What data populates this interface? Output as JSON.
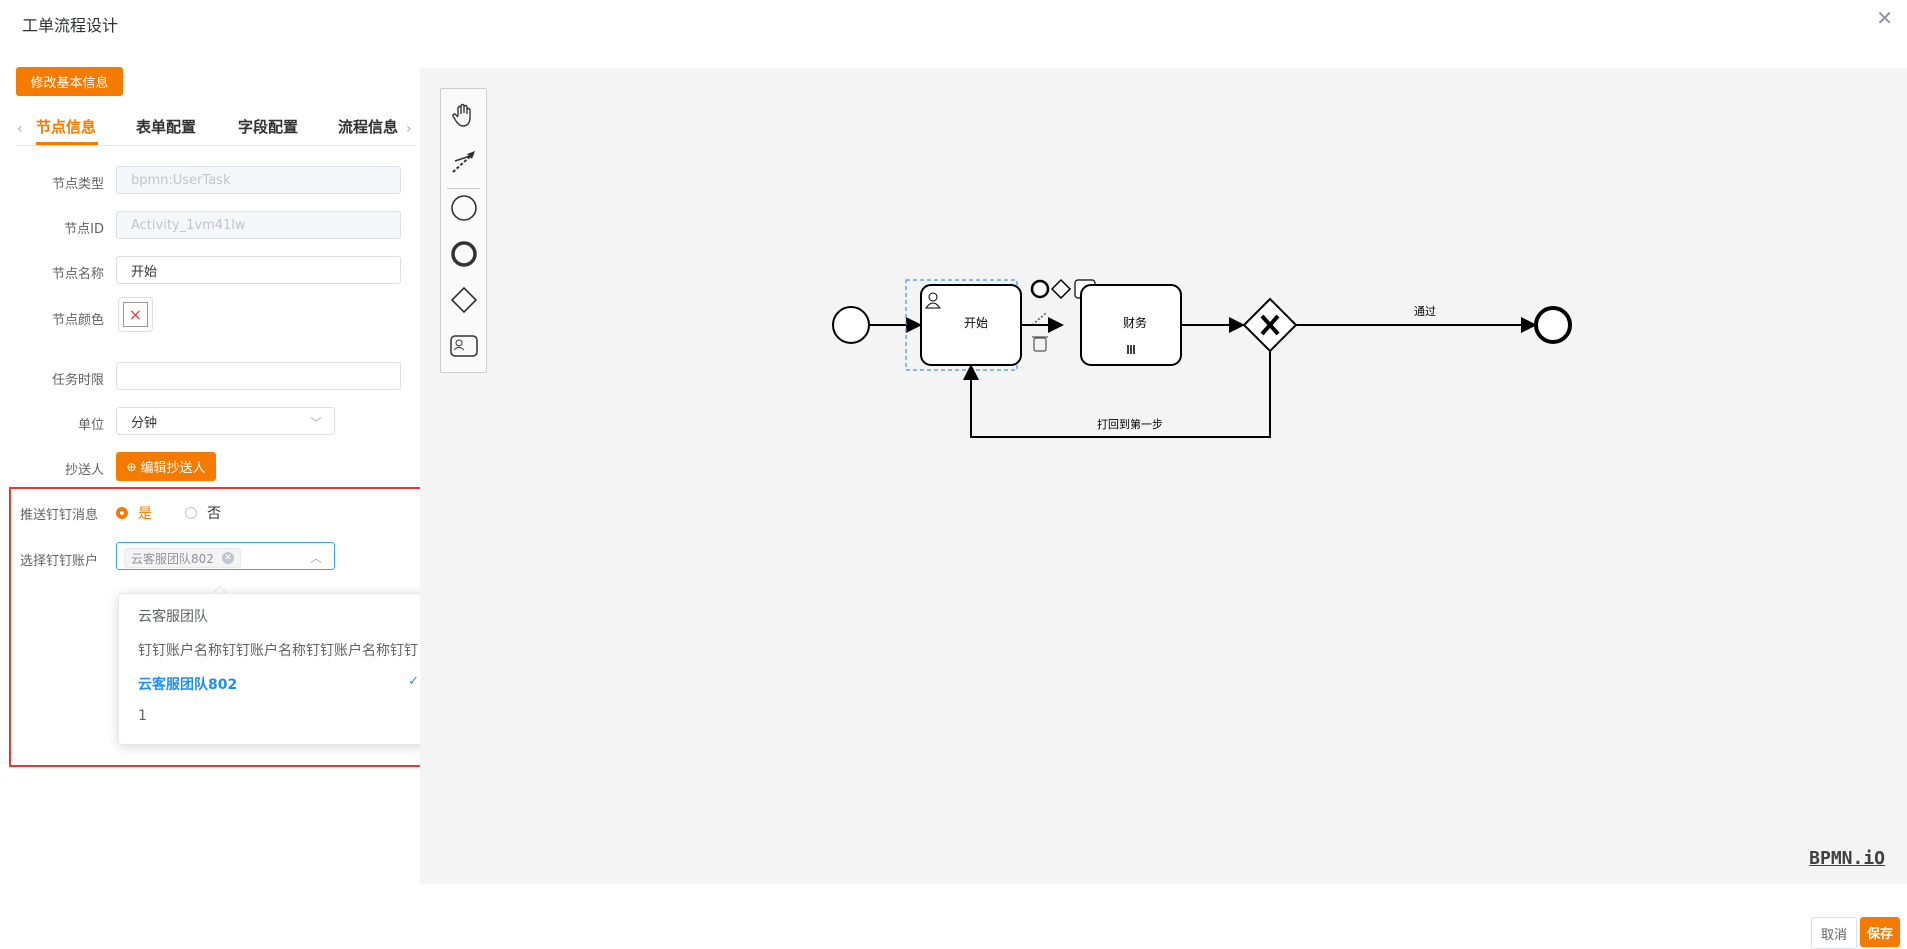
{
  "dialog": {
    "title": "工单流程设计"
  },
  "actions": {
    "edit_basic": "修改基本信息",
    "cancel": "取消",
    "save": "保存"
  },
  "tabs": [
    {
      "label": "节点信息",
      "active": true
    },
    {
      "label": "表单配置"
    },
    {
      "label": "字段配置"
    },
    {
      "label": "流程信息"
    }
  ],
  "form": {
    "node_type": {
      "label": "节点类型",
      "value": "bpmn:UserTask"
    },
    "node_id": {
      "label": "节点ID",
      "value": "Activity_1vm41lw"
    },
    "node_name": {
      "label": "节点名称",
      "value": "开始"
    },
    "node_color": {
      "label": "节点颜色",
      "value": "×"
    },
    "time_limit": {
      "label": "任务时限",
      "value": ""
    },
    "unit": {
      "label": "单位",
      "value": "分钟"
    },
    "cc": {
      "label": "抄送人",
      "button": "编辑抄送人"
    },
    "push_dingtalk": {
      "label": "推送钉钉消息",
      "options": [
        "是",
        "否"
      ],
      "selected": "是"
    },
    "dingtalk_account": {
      "label": "选择钉钉账户",
      "tag": "云客服团队802"
    }
  },
  "dropdown": {
    "options": [
      "云客服团队",
      "钉钉账户名称钉钉账户名称钉钉账户名称钉钉",
      "云客服团队802",
      "1"
    ],
    "selected": "云客服团队802"
  },
  "diagram": {
    "task_start": "开始",
    "task_finance": "财务",
    "flow_pass": "通过",
    "flow_back": "打回到第一步",
    "watermark": "BPMN.iO"
  },
  "colors": {
    "accent": "#f57b00",
    "selected_option": "#1f8ef1",
    "highlight_frame": "#e53935"
  }
}
